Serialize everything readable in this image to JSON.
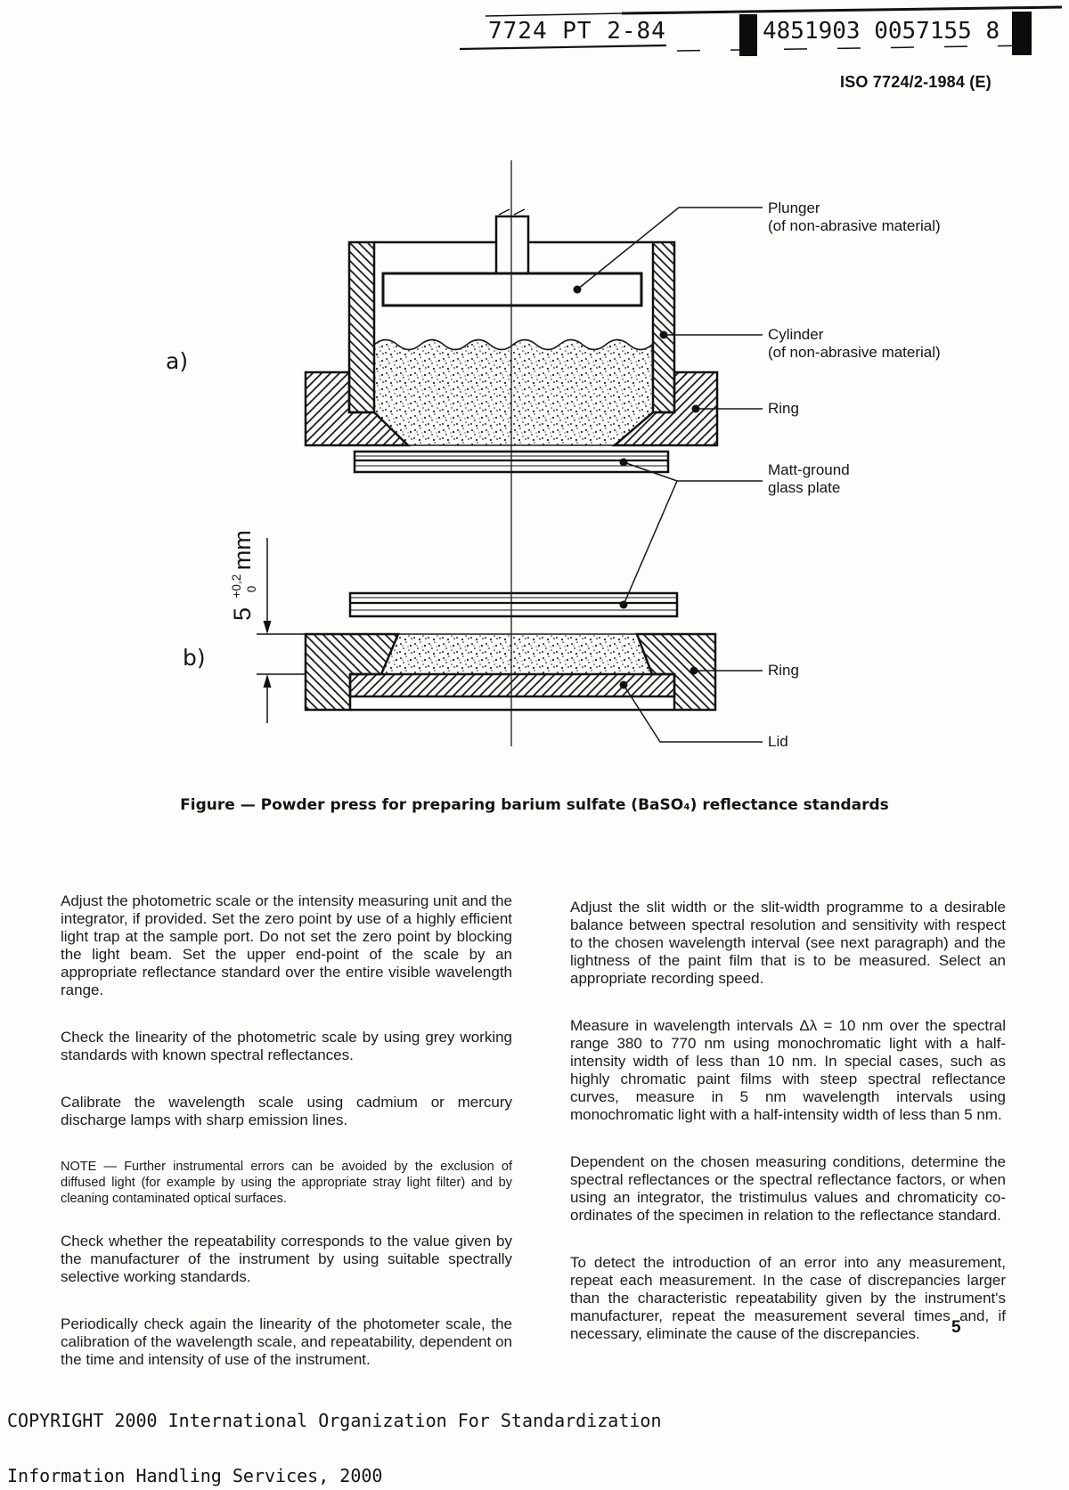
{
  "header": {
    "doc_code": "7724 PT 2-84",
    "barcode_number": "4851903 0057155 8",
    "standard_ref": "ISO 7724/2-1984 (E)"
  },
  "figure": {
    "view_a_label": "a)",
    "view_b_label": "b)",
    "labels": {
      "plunger_line1": "Plunger",
      "plunger_line2": "(of non-abrasive material)",
      "cylinder_line1": "Cylinder",
      "cylinder_line2": "(of non-abrasive material)",
      "ring_a": "Ring",
      "glass_line1": "Matt-ground",
      "glass_line2": "glass plate",
      "ring_b": "Ring",
      "lid": "Lid"
    },
    "dimension": {
      "value": "5",
      "tol_upper": "+0,2",
      "tol_lower": "0",
      "unit": "mm"
    },
    "caption": "Figure — Powder press for preparing barium sulfate (BaSO₄) reflectance standards"
  },
  "body": {
    "left_column": [
      {
        "type": "p",
        "text": "Adjust the photometric scale or the intensity measuring unit and the integrator, if provided. Set the zero point by use of a highly efficient light trap at the sample port. Do not set the zero point by blocking the light beam. Set the upper end-point of the scale by an appropriate reflectance standard over the entire visible wavelength range."
      },
      {
        "type": "p",
        "text": "Check the linearity of the photometric scale by using grey working standards with known spectral reflectances."
      },
      {
        "type": "p",
        "text": "Calibrate the wavelength scale using cadmium or mercury discharge lamps with sharp emission lines."
      },
      {
        "type": "note",
        "text": "NOTE — Further instrumental errors can be avoided by the exclusion of diffused light (for example by using the appropriate stray light filter) and by cleaning contaminated optical surfaces."
      },
      {
        "type": "p",
        "text": "Check whether the repeatability corresponds to the value given by the manufacturer of the instrument by using suitable spectrally selective working standards."
      },
      {
        "type": "p",
        "text": "Periodically check again the linearity of the photometer scale, the calibration of the wavelength scale, and repeatability, dependent on the time and intensity of use of the instrument."
      }
    ],
    "right_column": [
      {
        "type": "p",
        "text": "Adjust the slit width or the slit-width programme to a desirable balance between spectral resolution and sensitivity with respect to the chosen wavelength interval (see next paragraph) and the lightness of the paint film that is to be measured. Select an appropriate recording speed."
      },
      {
        "type": "p",
        "text": "Measure in wavelength intervals Δλ = 10 nm over the spectral range 380 to 770 nm using monochromatic light with a half-intensity width of less than 10 nm. In special cases, such as highly chromatic paint films with steep spectral reflectance curves, measure in 5 nm wavelength intervals using monochromatic light with a half-intensity width of less than 5 nm."
      },
      {
        "type": "p",
        "text": "Dependent on the chosen measuring conditions, determine the spectral reflectances or the spectral reflectance factors, or when using an integrator, the tristimulus values and chromaticity co-ordinates of the specimen in relation to the reflectance standard."
      },
      {
        "type": "p",
        "text": "To detect the introduction of an error into any measurement, repeat each measurement. In the case of discrepancies larger than the characteristic repeatability given by the instrument's manufacturer, repeat the measurement several times and, if necessary, eliminate the cause of the discrepancies."
      }
    ]
  },
  "footer": {
    "page_number": "5",
    "copyright_line1": "COPYRIGHT 2000 International Organization For Standardization",
    "copyright_line2": "Information Handling Services, 2000"
  }
}
